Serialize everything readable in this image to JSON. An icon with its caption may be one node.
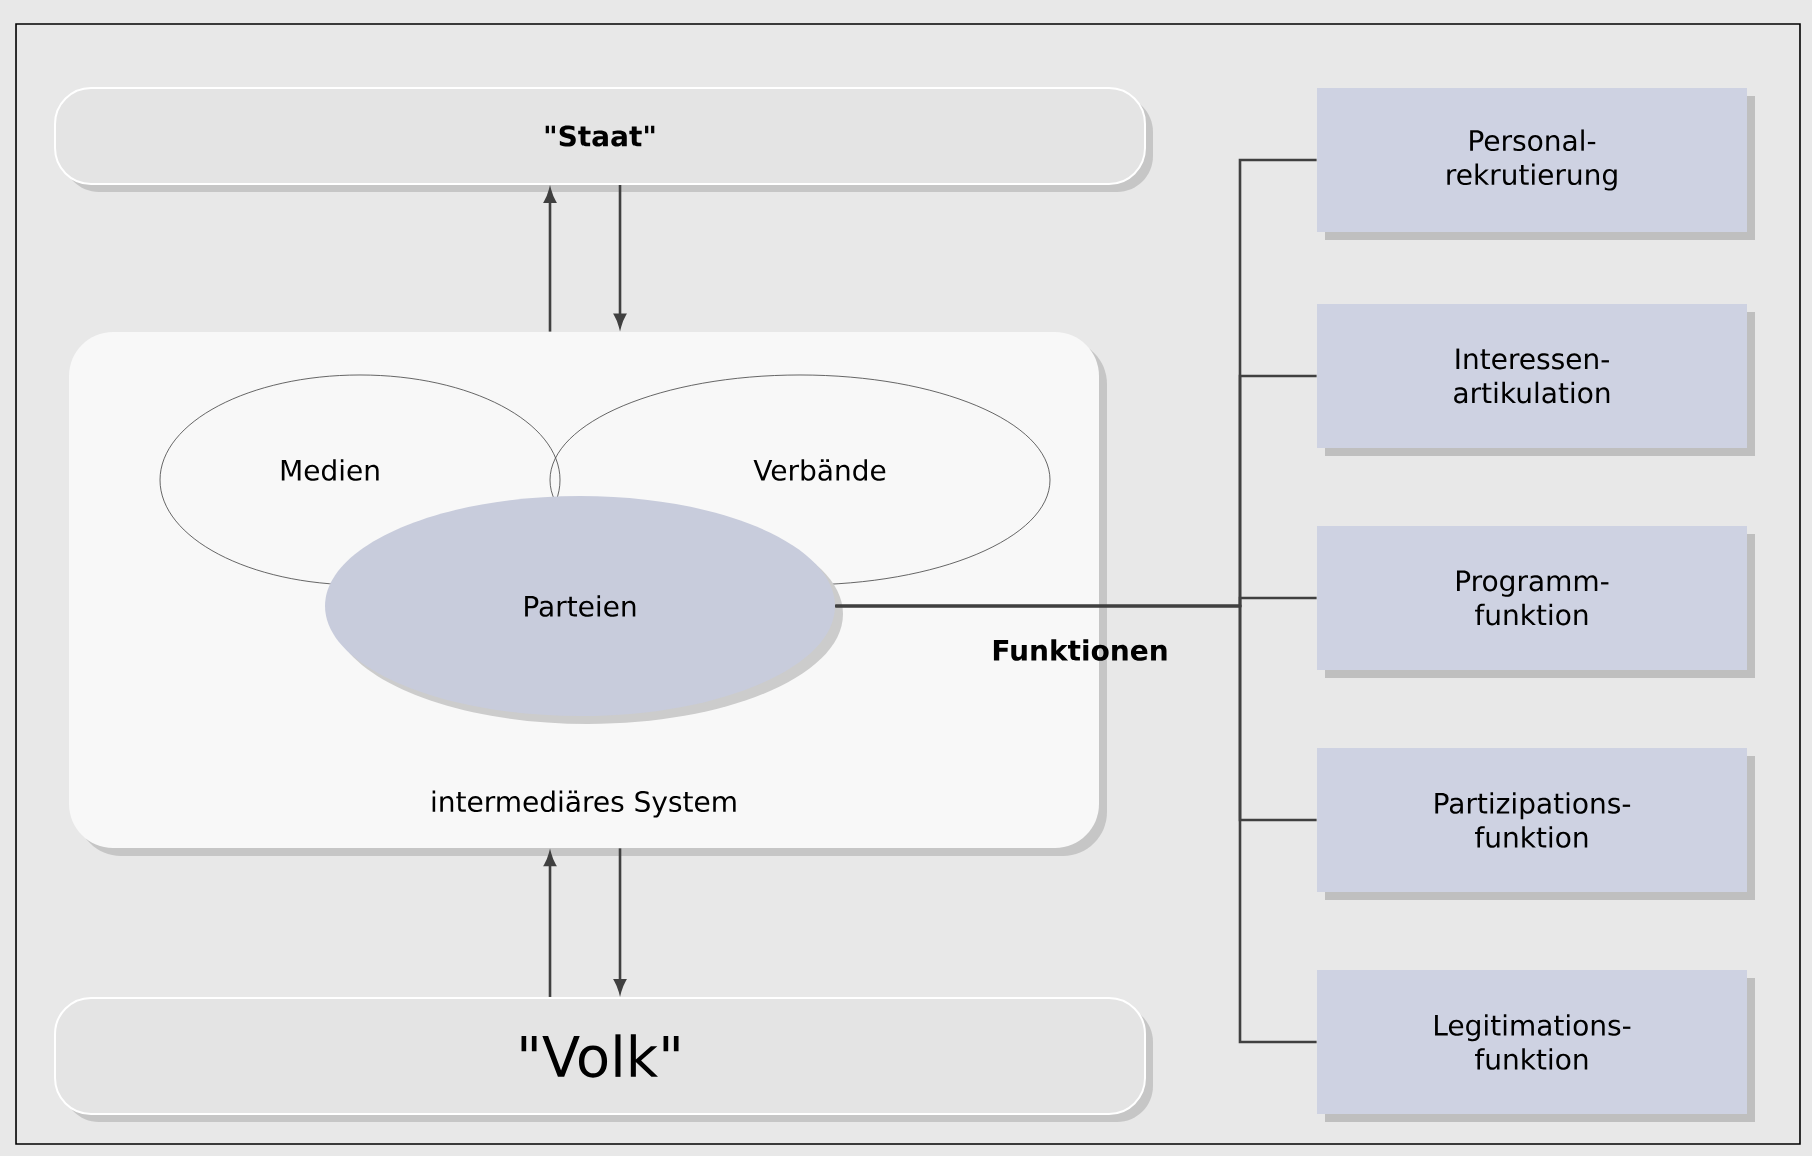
{
  "diagram": {
    "nodes": [
      {
        "text": [
          "\"Staat\""
        ]
      },
      {
        "text": [
          "intermediäres System"
        ]
      },
      {
        "text": [
          "Medien"
        ],
        "in": 1
      },
      {
        "text": [
          "Verbände"
        ],
        "in": 1
      },
      {
        "text": [
          "Parteien"
        ],
        "in": 1
      },
      {
        "text": [
          "\"Volk\""
        ]
      },
      {
        "text": [
          "Personal- rekrutierung"
        ]
      },
      {
        "text": [
          "Interessen- artikulation"
        ]
      },
      {
        "text": [
          "Programm- funktion"
        ]
      },
      {
        "text": [
          "Partizipations- funktion"
        ]
      },
      {
        "text": [
          "Legitimations- funktion"
        ]
      }
    ],
    "edges": [
      {
        "from": 1,
        "to": 0,
        "arrow": "to"
      },
      {
        "from": 0,
        "to": 1,
        "arrow": "to"
      },
      {
        "from": 5,
        "to": 1,
        "arrow": "to"
      },
      {
        "from": 1,
        "to": 5,
        "arrow": "to"
      },
      {
        "from": 4,
        "to": 6,
        "arrow": "none"
      },
      {
        "from": 4,
        "to": 7,
        "arrow": "none"
      },
      {
        "from": 4,
        "to": 8,
        "arrow": "none",
        "label": "Funktionen"
      },
      {
        "from": 4,
        "to": 9,
        "arrow": "none"
      },
      {
        "from": 4,
        "to": 10,
        "arrow": "none"
      }
    ]
  }
}
